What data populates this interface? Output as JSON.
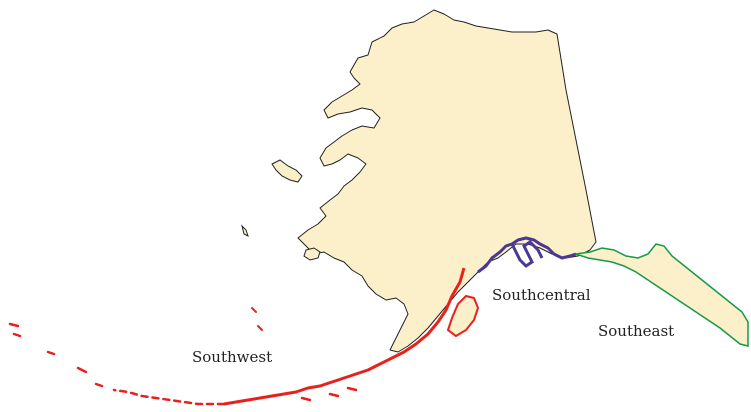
{
  "colors": {
    "land": "#fbf0c9",
    "outline": "#222222",
    "southwest": "#e8211c",
    "southcentral": "#4b3796",
    "southeast": "#139a4a"
  },
  "regions": [
    {
      "id": "southwest",
      "label": "Southwest"
    },
    {
      "id": "southcentral",
      "label": "Southcentral"
    },
    {
      "id": "southeast",
      "label": "Southeast"
    }
  ]
}
